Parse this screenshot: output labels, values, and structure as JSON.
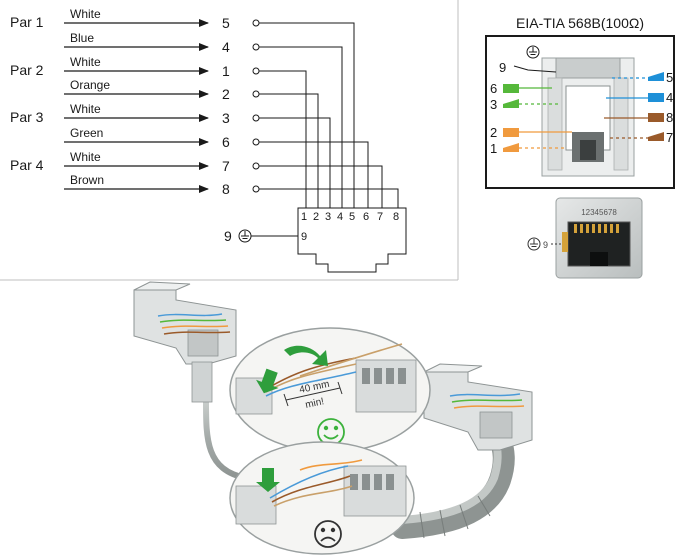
{
  "wiring": {
    "pairs": [
      {
        "label": "Par 1",
        "wires": [
          "White",
          "Blue"
        ],
        "terminals": [
          "5",
          "4"
        ]
      },
      {
        "label": "Par 2",
        "wires": [
          "White",
          "Orange"
        ],
        "terminals": [
          "1",
          "2"
        ]
      },
      {
        "label": "Par 3",
        "wires": [
          "White",
          "Green"
        ],
        "terminals": [
          "3",
          "6"
        ]
      },
      {
        "label": "Par 4",
        "wires": [
          "White",
          "Brown"
        ],
        "terminals": [
          "7",
          "8"
        ]
      }
    ],
    "jack_pins": [
      "1",
      "2",
      "3",
      "4",
      "5",
      "6",
      "7",
      "8"
    ],
    "ground_terminal": "9",
    "ground_pin": "9"
  },
  "standard": {
    "title": "EIA-TIA 568B(100Ω)",
    "ground_label": "9",
    "left_labels": [
      "6",
      "3",
      "2",
      "1"
    ],
    "right_labels": [
      "5",
      "4",
      "8",
      "7"
    ],
    "colors": {
      "green": "#55b83a",
      "orange": "#f09a3e",
      "blue": "#1e90d8",
      "brown": "#9a5a2a"
    }
  },
  "jack_photo": {
    "pin_strip": "12345678",
    "ground_label": "9"
  },
  "installation": {
    "measure_value": "40 mm",
    "measure_limit": "min!",
    "good_icon": "smiley-icon",
    "bad_icon": "frown-icon",
    "colors": {
      "good": "#3cb23c",
      "bad": "#333333",
      "arrow": "#2e9e3c",
      "cable": "#aeb4b2"
    }
  }
}
